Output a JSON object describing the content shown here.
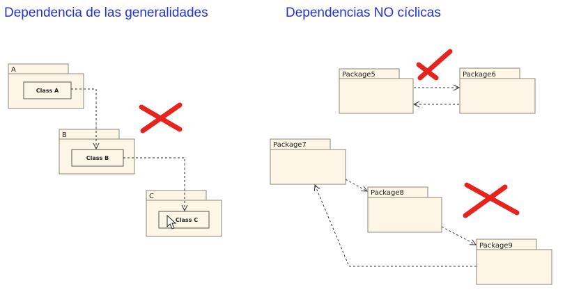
{
  "titles": {
    "left": "Dependencia de las generalidades",
    "right": "Dependencias NO cíclicas"
  },
  "packages": {
    "a": "A",
    "b": "B",
    "c": "C",
    "p5": "Package5",
    "p6": "Package6",
    "p7": "Package7",
    "p8": "Package8",
    "p9": "Package9"
  },
  "classes": {
    "a": "Class A",
    "b": "Class B",
    "c": "Class C"
  },
  "colors": {
    "package_fill": "#fdf6e6",
    "package_stroke": "#8a8578",
    "title_blue": "#1f33d6",
    "cross_red": "#e8231e"
  }
}
